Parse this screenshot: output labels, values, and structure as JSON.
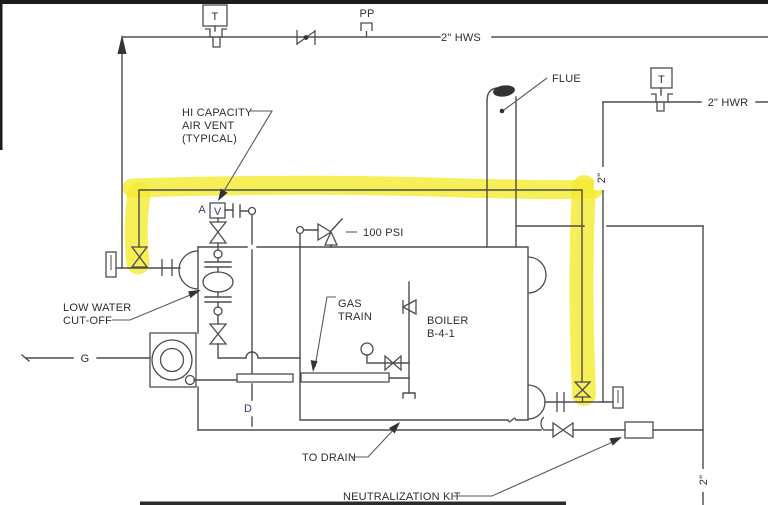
{
  "colors": {
    "highlight_marker": "#f4ec33",
    "line": "#4d4d4d",
    "text": "#2e2e2e",
    "tag_text": "#3b3b6b",
    "border_bar": "#1c1c1c"
  },
  "labels": {
    "temp_sensor_left": "T",
    "pp_plug": "PP",
    "hws_pipe": "2\" HWS",
    "flue": "FLUE",
    "temp_sensor_right": "T",
    "hwr_pipe": "2\" HWR",
    "air_vent_line1": "HI CAPACITY",
    "air_vent_line2": "AIR VENT",
    "air_vent_line3": "(TYPICAL)",
    "vent_tag": "A",
    "vent_valve": "V",
    "relief_pressure": "100 PSI",
    "gas_train_line1": "GAS",
    "gas_train_line2": "TRAIN",
    "boiler_line1": "BOILER",
    "boiler_line2": "B-4-1",
    "lwco_line1": "LOW WATER",
    "lwco_line2": "CUT-OFF",
    "gas_supply": "G",
    "drain_tag": "D",
    "to_drain": "TO DRAIN",
    "neutralization": "NEUTRALIZATION KIT",
    "riser_size_hwr": "2\"",
    "riser_size_vent": "2\""
  }
}
